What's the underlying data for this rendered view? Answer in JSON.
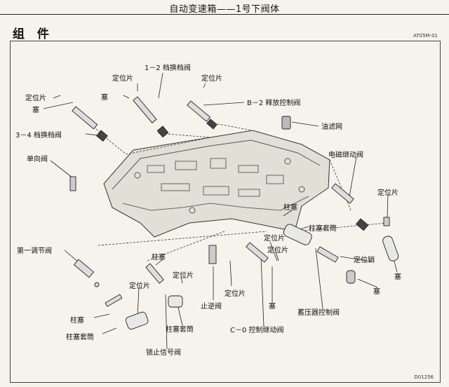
{
  "header": {
    "title": "自动变速箱——1号下阀体"
  },
  "section_title": "组 件",
  "figure_code_top": "AT05M-01",
  "figure_code_bottom": "D01256",
  "labels": {
    "stopper_plate_top": "定位片",
    "valve_1_2": "1－2 档换档阀",
    "stopper_plate_mid": "定位片",
    "plug_mid": "塞",
    "stopper_plate_left": "定位片",
    "plug_left": "塞",
    "valve_b2": "B－2 释放控制阀",
    "valve_3_4": "3－4 档换档阀",
    "oil_strainer": "油滤网",
    "check_valve": "单向阀",
    "solenoid_relay_valve": "电磁继动阀",
    "stopper_plate_right": "定位片",
    "plunger_right": "柱塞",
    "plunger_sleeve_right": "柱塞套筒",
    "stopper_plate_c1": "定位片",
    "stopper_plate_c2": "定位片",
    "locating_pin": "定位销",
    "primary_regulator": "第一调节阀",
    "plunger_center": "柱塞",
    "stopper_plate_center": "定位片",
    "stopper_plate_center2": "定位片",
    "plug_right": "塞",
    "plug_far_right": "塞",
    "stopper_plate_lower_left": "定位片",
    "check_valve2": "止逆阀",
    "plug_center": "塞",
    "accumulator_control": "蓄压器控制阀",
    "plunger_lower_left": "柱塞",
    "plunger_sleeve_center": "柱塞套筒",
    "c0_control_relay": "C－0 控制继动阀",
    "plunger_sleeve_lower_left": "柱塞套筒",
    "lockup_signal_valve": "锁止信号阀"
  }
}
